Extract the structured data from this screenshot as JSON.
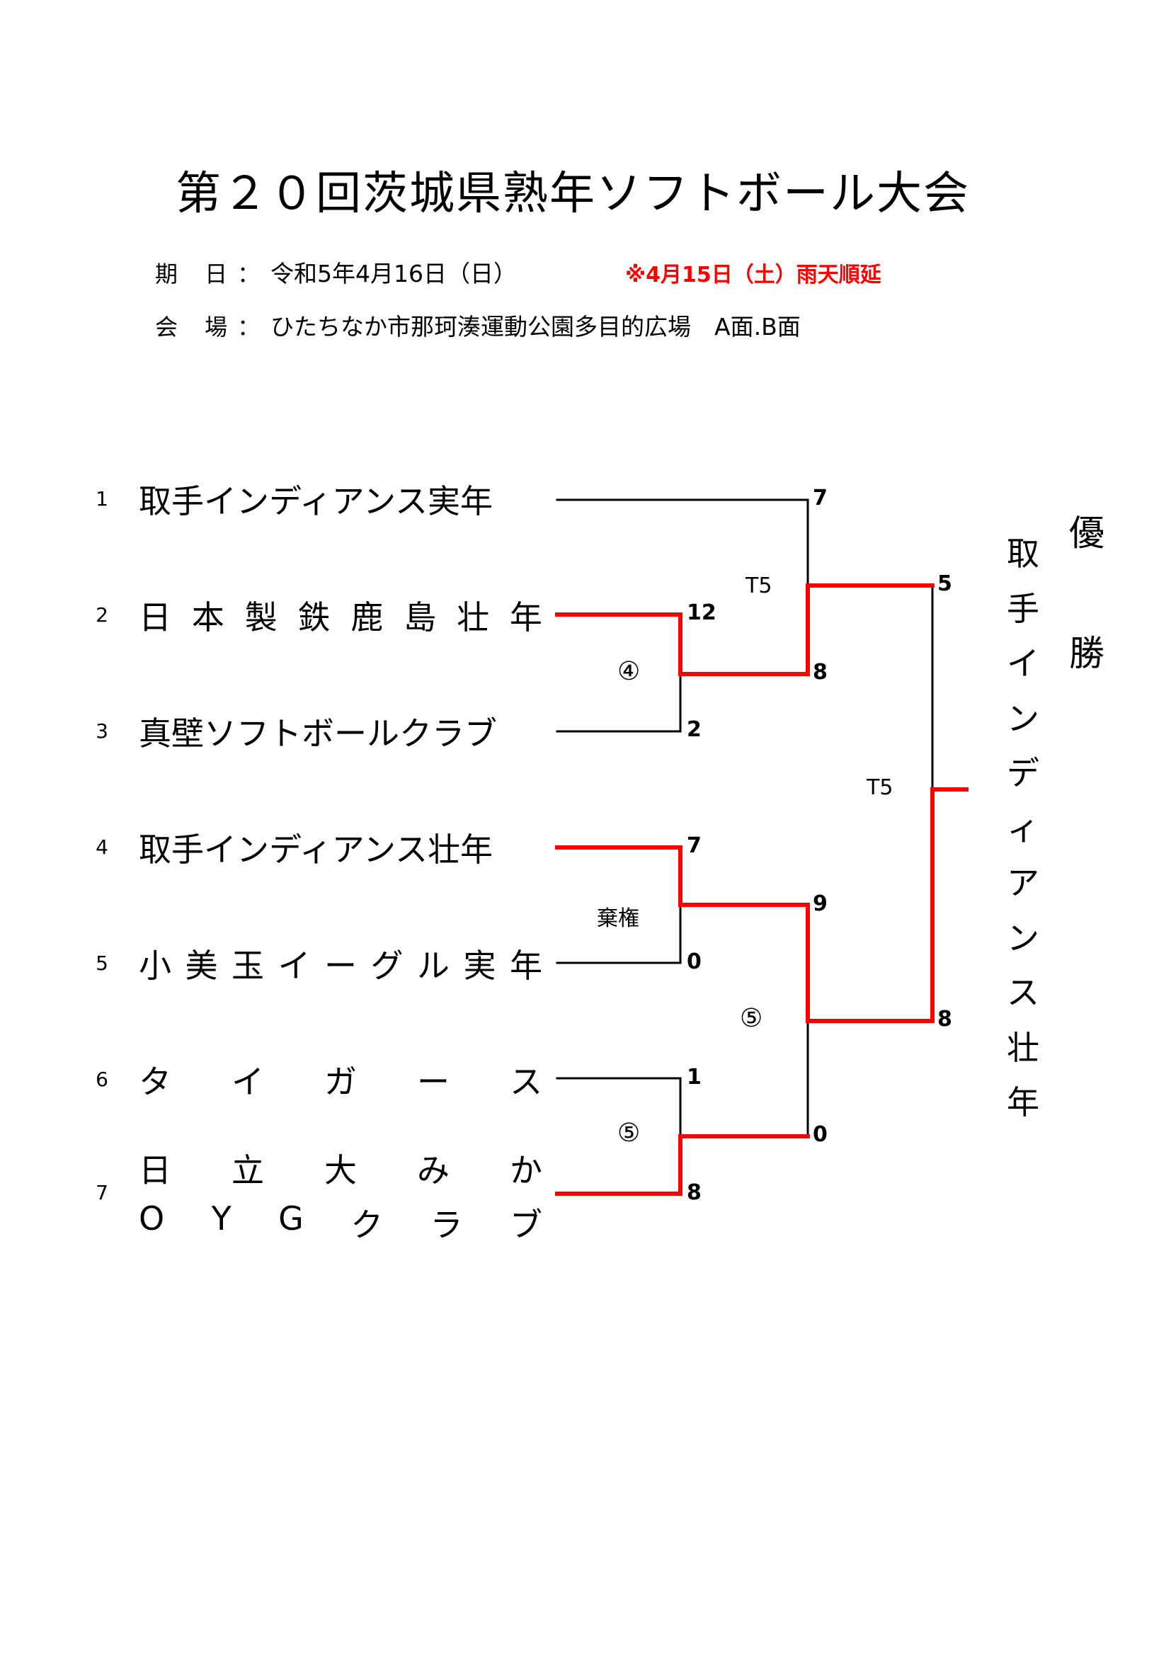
{
  "title": "第２０回茨城県熟年ソフトボール大会",
  "info": {
    "date_label": "期 日：",
    "date_value": "令和5年4月16日（日）",
    "postponement": "※4月15日（土）雨天順延",
    "venue_label": "会 場：",
    "venue_value": "ひたちなか市那珂湊運動公園多目的広場　A面.B面"
  },
  "teams": [
    {
      "seed": "1",
      "name": "取手インディアンス実年"
    },
    {
      "seed": "2",
      "name": "日本製鉄鹿島壮年"
    },
    {
      "seed": "3",
      "name": "真壁ソフトボールクラブ"
    },
    {
      "seed": "4",
      "name": "取手インディアンス壮年"
    },
    {
      "seed": "5",
      "name": "小美玉イーグル実年"
    },
    {
      "seed": "6",
      "name": "タイガース"
    },
    {
      "seed": "7",
      "name_line1": "日立大みか",
      "name_line2": "OYGクラブ"
    }
  ],
  "scores": {
    "r1_t2": "12",
    "r1_t3": "2",
    "r1_t4": "7",
    "r1_t5": "0",
    "r1_t6": "1",
    "r1_t7": "8",
    "r2_t1": "7",
    "r2_w23": "8",
    "r2_w45": "9",
    "r2_w67": "0",
    "sf_top": "5",
    "sf_bottom": "8"
  },
  "notes": {
    "game_2_3": "④",
    "game_4_5": "棄権",
    "game_6_7": "⑤",
    "game_1_w23": "T5",
    "game_w45_w67": "⑤",
    "final": "T5"
  },
  "champion": {
    "label": "優勝",
    "name": "取手インディアンス壮年"
  },
  "colors": {
    "winner_line": "#ff0000",
    "line": "#000000",
    "postponement": "#ff0000"
  }
}
